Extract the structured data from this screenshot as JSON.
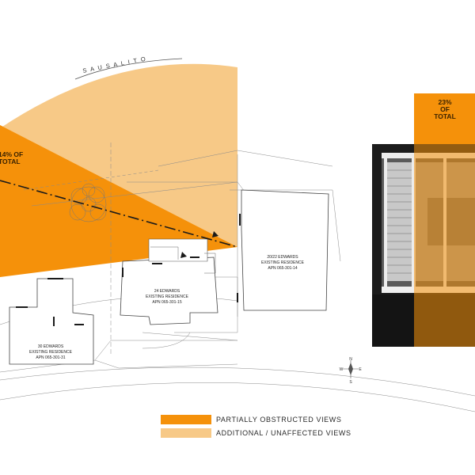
{
  "street_label": "S A U S A L I T O",
  "view_cone_left": {
    "pct": "14% OF",
    "total": "TOTAL"
  },
  "view_cone_right": {
    "pct": "23%",
    "of": "OF",
    "total": "TOTAL"
  },
  "properties": [
    {
      "name": "24 EDWARDS",
      "desc": "EXISTING RESIDENCE",
      "apn": "APN 065-301-15"
    },
    {
      "name": "20/22 EDWARDS",
      "desc": "EXISTING RESIDENCE",
      "apn": "APN 065-301-14"
    },
    {
      "name": "30 EDWARDS",
      "desc": "EXISTING RESIDENCE",
      "apn": "APN 065-301-31"
    }
  ],
  "compass": {
    "n": "N",
    "s": "S",
    "e": "E",
    "w": "W"
  },
  "legend": [
    {
      "label": "PARTIALLY OBSTRUCTED VIEWS",
      "color": "#f5910a"
    },
    {
      "label": "ADDITIONAL / UNAFFECTED VIEWS",
      "color": "#f7c987"
    }
  ],
  "colors": {
    "obstructed": "#f5910a",
    "unaffected": "#f7c987",
    "linework": "#8a8a8a"
  }
}
